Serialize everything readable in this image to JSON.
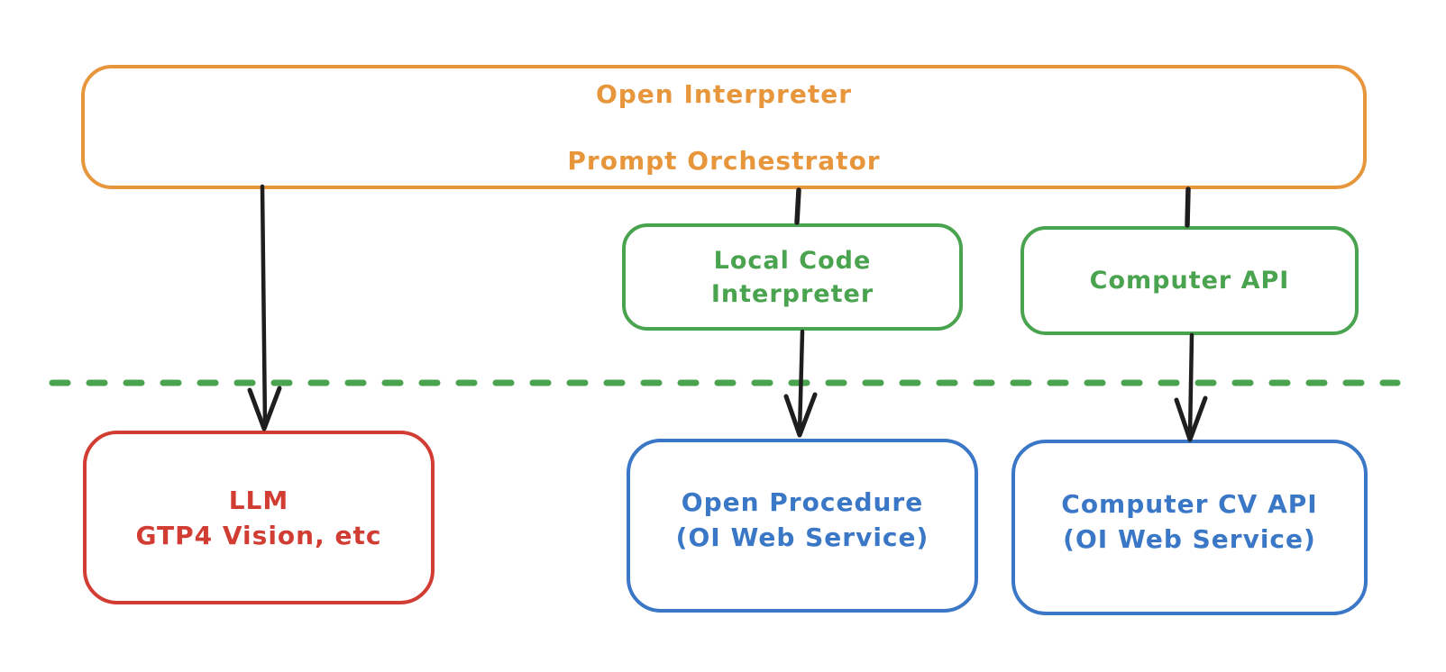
{
  "diagram": {
    "title_box": {
      "line1": "Open Interpreter",
      "line2": "Prompt Orchestrator"
    },
    "nodes": {
      "local_code_interpreter": {
        "line1": "Local Code",
        "line2": "Interpreter"
      },
      "computer_api": {
        "line1": "Computer API"
      },
      "llm": {
        "line1": "LLM",
        "line2": "GTP4 Vision, etc"
      },
      "open_procedure": {
        "line1": "Open Procedure",
        "line2": "(OI Web Service)"
      },
      "computer_cv_api": {
        "line1": "Computer CV API",
        "line2": "(OI Web Service)"
      }
    },
    "edges": [
      {
        "from": "prompt-orchestrator",
        "to": "llm",
        "style": "arrow"
      },
      {
        "from": "prompt-orchestrator",
        "to": "local-code-interpreter",
        "style": "line"
      },
      {
        "from": "prompt-orchestrator",
        "to": "computer-api",
        "style": "line"
      },
      {
        "from": "local-code-interpreter",
        "to": "open-procedure",
        "style": "arrow"
      },
      {
        "from": "computer-api",
        "to": "computer-cv-api",
        "style": "arrow"
      }
    ],
    "divider": {
      "style": "dashed",
      "color": "#4AA34E"
    },
    "colors": {
      "orange": "#E8963C",
      "green": "#4AA34E",
      "red": "#D23D33",
      "blue": "#3A77C6",
      "arrow": "#1E1E1E",
      "background": "#FFFFFF"
    }
  }
}
